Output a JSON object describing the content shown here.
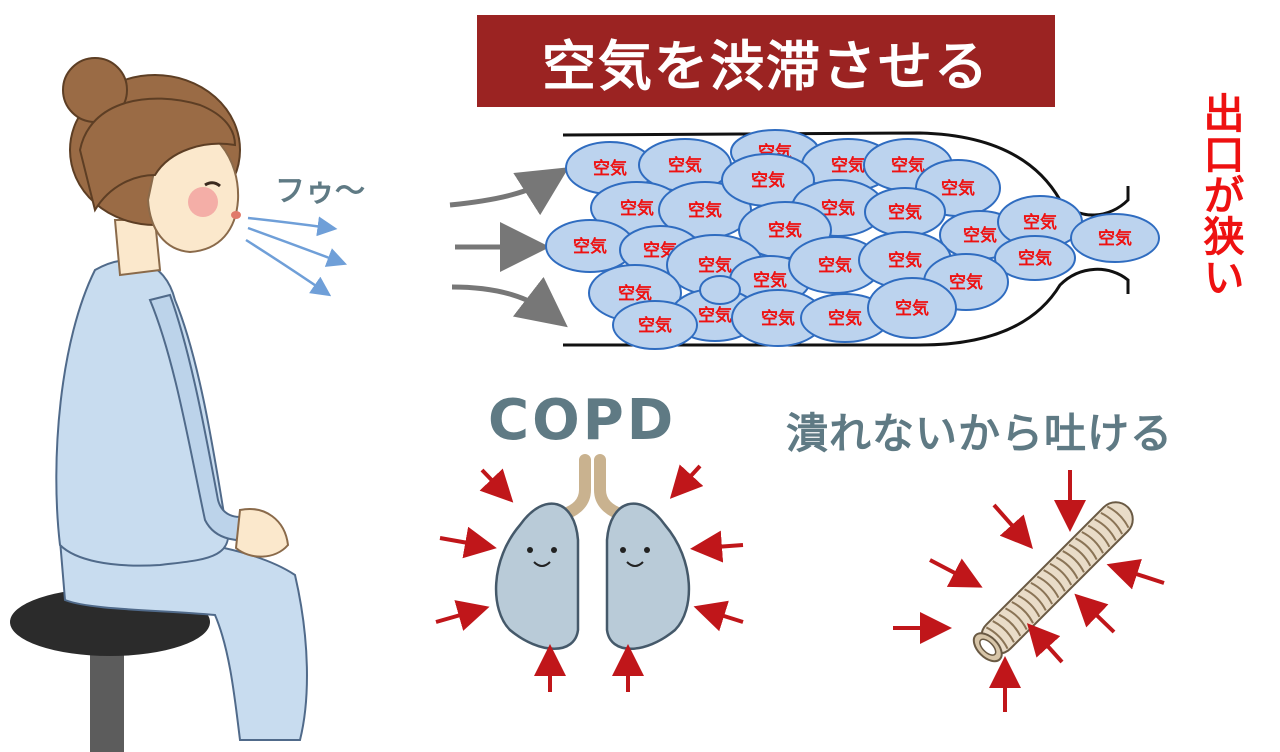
{
  "title": "空気を渋滞させる",
  "exit_label": "出口が狭い",
  "breath_sound": "フゥ〜",
  "copd_label": "COPD",
  "tube_caption": "潰れないから吐ける",
  "bubble_label": "空気",
  "colors": {
    "banner": "#9b2322",
    "exit_text": "#ee1111",
    "caption_text": "#5f7a84",
    "bubble_fill": "#bcd3ee",
    "bubble_stroke": "#2f6cc0",
    "pressure_arrow": "#c0161a",
    "breath_arrow": "#6f9fd8"
  },
  "icons": [
    "seated-woman-figure",
    "breath-arrow-icon",
    "flow-arrow-icon",
    "airway-tube-diagram",
    "lungs-icon",
    "coiled-tube-icon",
    "pressure-arrow-icon"
  ]
}
